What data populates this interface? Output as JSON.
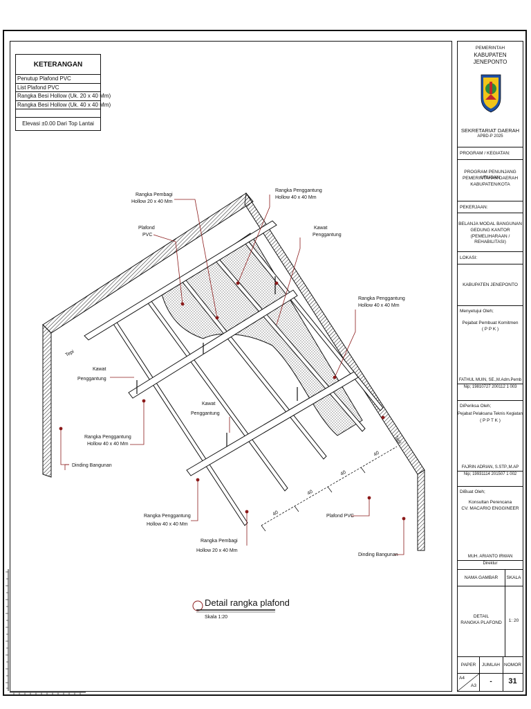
{
  "legend": {
    "title": "KETERANGAN",
    "items": [
      "Penutup Plafond PVC",
      "List Plafond PVC",
      "Rangka Besi Hollow (Uk. 20 x 40 Mm)",
      "Rangka Besi Hollow (Uk. 40 x 40 Mm)"
    ],
    "elevation": "Elevasi ±0.00 Dari Top Lantai"
  },
  "labels": {
    "rangka_pembagi_top": [
      "Rangka Pembagi",
      "Hollow 20 x 40 Mm"
    ],
    "rangka_penggantung_top": [
      "Rangka Penggantung",
      "Hollow 40 x 40 Mm"
    ],
    "plafond_pvc_top": [
      "Plafond",
      "PVC"
    ],
    "kawat_top": [
      "Kawat",
      "Penggantung"
    ],
    "rangka_penggantung_right": [
      "Rangka Penggantung",
      "Hollow 40 x 40 Mm"
    ],
    "tepi_left": "Tepi",
    "tepi_right": "Tepi",
    "kawat_left": [
      "Kawat",
      "Penggantung"
    ],
    "kawat_middle": [
      "Kawat",
      "Penggantung"
    ],
    "rangka_penggantung_left": [
      "Rangka Penggantung",
      "Hollow 40 x 40 Mm"
    ],
    "dinding_left": "Dinding Bangunan",
    "rangka_penggantung_bottom": [
      "Rangka Penggantung",
      "Hollow 40 x 40 Mm"
    ],
    "rangka_pembagi_bottom": [
      "Rangka Pembagi",
      "Hollow 20 x 40 Mm"
    ],
    "plafond_pvc_bottom": "Plafond PVC",
    "dinding_right": "Dinding Bangunan",
    "dim_value": "40",
    "dim_labels": [
      "40",
      "40",
      "40",
      "40"
    ]
  },
  "title_block": {
    "heading": "Detail rangka plafond",
    "scale": "Skala 1:20"
  },
  "sidebar": {
    "gov1": "PEMERINTAH",
    "gov2": "KABUPATEN  JENEPONTO",
    "office": "SEKRETARIAT DAERAH",
    "budget": "APBD-P 2025",
    "program_label": "PROGRAM / KEGIATAN:",
    "program_lines": [
      "PROGRAM PENUNJANG URUSAN",
      "PEMERINTAHAN DAERAH",
      "KABUPATEN/KOTA"
    ],
    "work_label": "PEKERJAAN:",
    "work_lines": [
      "BELANJA MODAL BANGUNAN",
      "GEDUNG KANTOR",
      "(PEMELIHARAAN / REHABILITASI)"
    ],
    "location_label": "LOKASI:",
    "location": "KABUPATEN JENEPONTO",
    "approved_label": "Menyetujui Oleh;",
    "approved_role": [
      "Pejabat Pembuat Komitmen",
      "( P P K )"
    ],
    "approved_name": "FATHUL MUIN, SE.,M.Adm.Pemb",
    "approved_nip": "Nip; 19810727 200112 1 003",
    "checked_label": "DiPeriksa Oleh;",
    "checked_role": [
      "Pejabat Pelaksana Teknis Kegiatan",
      "( P P T K )"
    ],
    "checked_name": "FAJRIN ADRIAN, S.STP.,M.AP",
    "checked_nip": "Nip; 19931114 201507 1 002",
    "made_label": "DiBuat Oleh;",
    "made_role": [
      "Konsultan Perencana",
      "CV. MACARIO ENGGINEER"
    ],
    "made_name": "MUH. ARIANTO IRWAN",
    "made_title": "Direktur",
    "drawing_name_label": "NAMA GAMBAR",
    "scale_label": "SKALA",
    "drawing_name": [
      "DETAIL",
      "RANGKA PLAFOND"
    ],
    "scale_value": "1: 20",
    "paper_label": "PAPER",
    "count_label": "JUMLAH",
    "number_label": "NOMOR",
    "paper_a4": "A4",
    "paper_a3": "A3",
    "count_value": "-",
    "number_value": "31"
  },
  "colors": {
    "ink": "#111111",
    "leader": "#8b1a1a",
    "logo_blue": "#1e4fa3",
    "logo_green": "#2d8a3a",
    "logo_red": "#c0282d",
    "logo_yellow": "#f2c418"
  }
}
